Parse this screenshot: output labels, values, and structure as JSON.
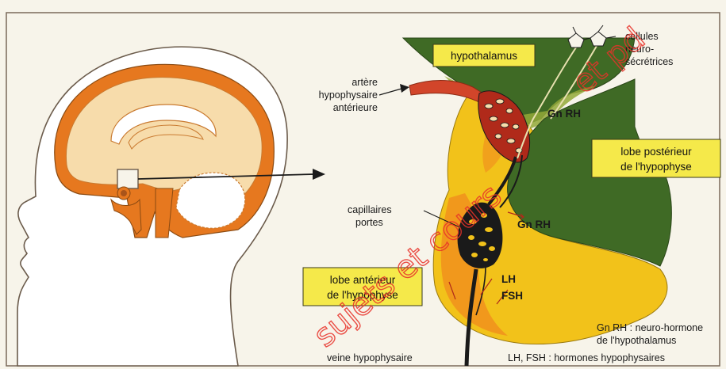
{
  "labels": {
    "hypothalamus": "hypothalamus",
    "cellules_1": "cellules",
    "cellules_2": "neuro-",
    "cellules_3": "sécrétrices",
    "artere_1": "artère",
    "artere_2": "hypophysaire",
    "artere_3": "antérieure",
    "gnrh_top": "Gn RH",
    "lobe_post_1": "lobe postérieur",
    "lobe_post_2": "de l'hypophyse",
    "capillaires_1": "capillaires",
    "capillaires_2": "portes",
    "gnrh_mid": "Gn RH",
    "lobe_ant_1": "lobe antérieur",
    "lobe_ant_2": "de l'hypophyse",
    "lh": "LH",
    "fsh": "FSH",
    "legend_1": "Gn RH : neuro-hormone",
    "legend_2": "de l'hypothalamus",
    "legend_3": "LH, FSH : hormones hypophysaires",
    "veine": "veine hypophysaire"
  },
  "watermark": {
    "line_1": "sujets et cours",
    "line_2": "et pd"
  },
  "colors": {
    "green": "#3f6a25",
    "light_green": "#93a838",
    "yellow": "#f2c21a",
    "orange": "#f08a1e",
    "brain_fill": "#f7dcab",
    "brain_border": "#e6781f",
    "artery_red": "#d2452a",
    "box_yellow": "#f5e94a",
    "watermark_red": "#e8322a"
  }
}
